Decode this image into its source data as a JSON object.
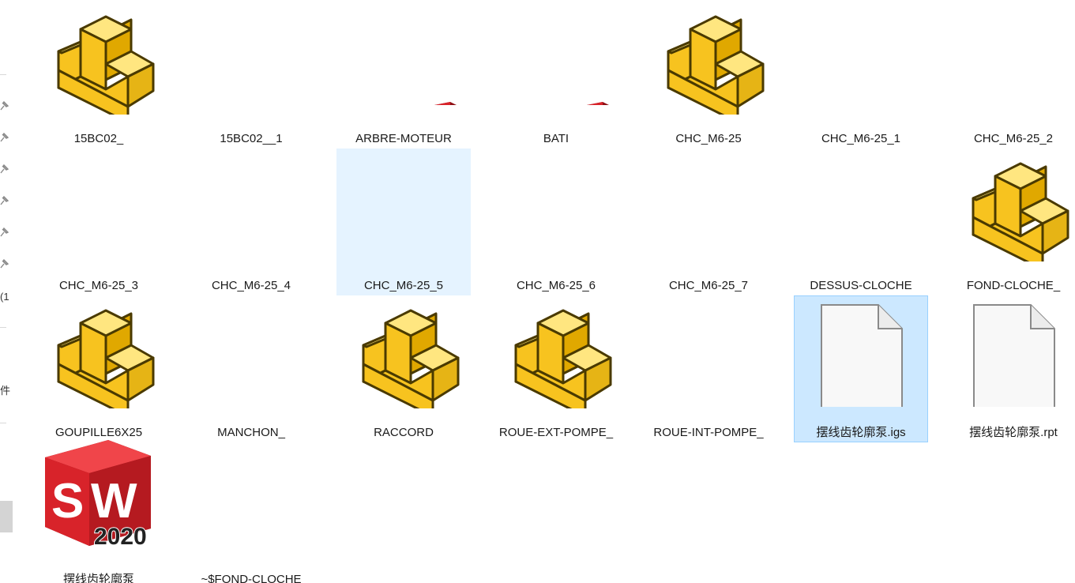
{
  "window": {
    "title": ""
  },
  "nav_pane": {
    "fragments": [
      {
        "text": "(1",
        "icon": "pin-icon"
      },
      {
        "text": "件",
        "icon": ""
      }
    ]
  },
  "files": [
    {
      "name": "15BC02_",
      "icon": "solidworks-part-icon",
      "state": "normal"
    },
    {
      "name": "15BC02__1",
      "icon": "blank-icon",
      "state": "normal"
    },
    {
      "name": "ARBRE-MOTEUR",
      "icon": "solidworks-2020-small-icon",
      "state": "normal"
    },
    {
      "name": "BATI",
      "icon": "solidworks-2020-small-icon",
      "state": "normal"
    },
    {
      "name": "CHC_M6-25",
      "icon": "solidworks-part-icon",
      "state": "normal"
    },
    {
      "name": "CHC_M6-25_1",
      "icon": "blank-icon",
      "state": "normal"
    },
    {
      "name": "CHC_M6-25_2",
      "icon": "blank-icon",
      "state": "normal"
    },
    {
      "name": "CHC_M6-25_3",
      "icon": "blank-icon",
      "state": "normal"
    },
    {
      "name": "CHC_M6-25_4",
      "icon": "blank-icon",
      "state": "normal"
    },
    {
      "name": "CHC_M6-25_5",
      "icon": "blank-icon",
      "state": "hover"
    },
    {
      "name": "CHC_M6-25_6",
      "icon": "blank-icon",
      "state": "normal"
    },
    {
      "name": "CHC_M6-25_7",
      "icon": "blank-icon",
      "state": "normal"
    },
    {
      "name": "DESSUS-CLOCHE",
      "icon": "blank-icon",
      "state": "normal"
    },
    {
      "name": "FOND-CLOCHE_",
      "icon": "solidworks-part-icon",
      "state": "normal"
    },
    {
      "name": "GOUPILLE6X25",
      "icon": "solidworks-part-icon",
      "state": "normal"
    },
    {
      "name": "MANCHON_",
      "icon": "blank-icon",
      "state": "normal"
    },
    {
      "name": "RACCORD",
      "icon": "solidworks-part-icon",
      "state": "normal"
    },
    {
      "name": "ROUE-EXT-POMPE_",
      "icon": "solidworks-part-icon",
      "state": "normal"
    },
    {
      "name": "ROUE-INT-POMPE_",
      "icon": "blank-icon",
      "state": "normal"
    },
    {
      "name": "摆线齿轮廓泵.igs",
      "icon": "generic-file-icon",
      "state": "selected"
    },
    {
      "name": "摆线齿轮廓泵.rpt",
      "icon": "generic-file-icon",
      "state": "normal"
    },
    {
      "name": "摆线齿轮廓泵",
      "icon": "solidworks-2020-large-icon",
      "state": "normal"
    },
    {
      "name": "~$FOND-CLOCHE",
      "icon": "blank-icon",
      "state": "normal"
    }
  ],
  "colors": {
    "part_face_top": "#ffe680",
    "part_face_front": "#f7c31f",
    "part_outline": "#4a3a00",
    "sw_red": "#d8232a",
    "sw_dark": "#8e0f14",
    "selected_bg": "#cce8ff",
    "hover_bg": "#e5f3ff"
  },
  "sw_badge": {
    "letters": "SW",
    "version": "2020"
  }
}
